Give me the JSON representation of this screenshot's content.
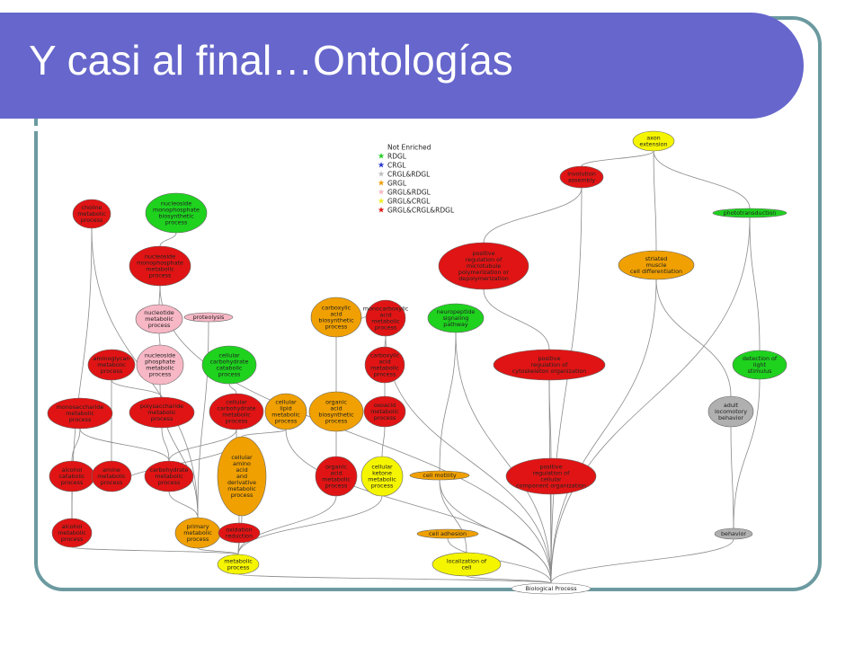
{
  "slide": {
    "title": "Y casi al final…Ontologías"
  },
  "legend": {
    "items": [
      {
        "label": "Not Enriched",
        "color": "#ffffff"
      },
      {
        "label": "RDGL",
        "color": "#22cc22"
      },
      {
        "label": "CRGL",
        "color": "#2233cc"
      },
      {
        "label": "CRGL&RDGL",
        "color": "#bbbbbb"
      },
      {
        "label": "GRGL",
        "color": "#ee9900"
      },
      {
        "label": "GRGL&RDGL",
        "color": "#f7b7c5"
      },
      {
        "label": "GRGL&CRGL",
        "color": "#eeee22"
      },
      {
        "label": "GRGL&CRGL&RDGL",
        "color": "#dd1111"
      }
    ]
  },
  "colors": {
    "red": "#e01414",
    "green": "#1ed21e",
    "orange": "#f0a000",
    "yellow": "#f5f500",
    "pink": "#f7b7c5",
    "gray": "#b0b0b0",
    "white": "#ffffff",
    "frame": "#6b9aa0",
    "title_bar": "#6666cc"
  },
  "nodes": [
    {
      "id": "choline",
      "lines": [
        "choline",
        "metabolic",
        "process"
      ],
      "color": "red"
    },
    {
      "id": "nucmonobio",
      "lines": [
        "nucleoside",
        "monophosphate",
        "biosynthetic",
        "process"
      ],
      "color": "green"
    },
    {
      "id": "nucmonomet",
      "lines": [
        "nucleoside",
        "monophosphate",
        "metabolic",
        "process"
      ],
      "color": "red"
    },
    {
      "id": "nucleotide",
      "lines": [
        "nucleotide",
        "metabolic",
        "process"
      ],
      "color": "pink"
    },
    {
      "id": "proteolysis",
      "lines": [
        "proteolysis"
      ],
      "color": "pink"
    },
    {
      "id": "carbacid",
      "lines": [
        "carboxylic",
        "acid",
        "biosynthetic",
        "process"
      ],
      "color": "orange"
    },
    {
      "id": "monocarb",
      "lines": [
        "monocarboxylic",
        "acid",
        "metabolic",
        "process"
      ],
      "color": "red"
    },
    {
      "id": "neuropep",
      "lines": [
        "neuropeptide",
        "signaling",
        "pathway"
      ],
      "color": "green"
    },
    {
      "id": "axon",
      "lines": [
        "axon",
        "extension"
      ],
      "color": "yellow"
    },
    {
      "id": "involution",
      "lines": [
        "involution",
        "assembly"
      ],
      "color": "red"
    },
    {
      "id": "photo",
      "lines": [
        "phototransduction"
      ],
      "color": "green"
    },
    {
      "id": "posreg1",
      "lines": [
        "positive",
        "regulation of",
        "microtubule",
        "polymerization or",
        "depolymerization"
      ],
      "color": "red"
    },
    {
      "id": "striated",
      "lines": [
        "striated",
        "muscle",
        "cell differentiation"
      ],
      "color": "orange"
    },
    {
      "id": "aminogly",
      "lines": [
        "aminoglycan",
        "metabolic",
        "process"
      ],
      "color": "red"
    },
    {
      "id": "nucphos",
      "lines": [
        "nucleoside",
        "phosphate",
        "metabolic",
        "process"
      ],
      "color": "pink"
    },
    {
      "id": "cellcarbcat",
      "lines": [
        "cellular",
        "carbohydrate",
        "catabolic",
        "process"
      ],
      "color": "green"
    },
    {
      "id": "carbacidmet",
      "lines": [
        "carboxylic",
        "acid",
        "metabolic",
        "process"
      ],
      "color": "red"
    },
    {
      "id": "posreg2",
      "lines": [
        "positive",
        "regulation of",
        "cytoskeleton organization"
      ],
      "color": "red"
    },
    {
      "id": "detlight",
      "lines": [
        "detection of",
        "light",
        "stimulus"
      ],
      "color": "green"
    },
    {
      "id": "monosac",
      "lines": [
        "monosaccharide",
        "metabolic",
        "process"
      ],
      "color": "red"
    },
    {
      "id": "polysac",
      "lines": [
        "polysaccharide",
        "metabolic",
        "process"
      ],
      "color": "red"
    },
    {
      "id": "cellcarbmet",
      "lines": [
        "cellular",
        "carbohydrate",
        "metabolic",
        "process"
      ],
      "color": "red"
    },
    {
      "id": "celllipid",
      "lines": [
        "cellular",
        "lipid",
        "metabolic",
        "process"
      ],
      "color": "orange"
    },
    {
      "id": "orgacid",
      "lines": [
        "organic",
        "acid",
        "biosynthetic",
        "process"
      ],
      "color": "orange"
    },
    {
      "id": "oxoacid",
      "lines": [
        "oxoacid",
        "metabolic",
        "process"
      ],
      "color": "red"
    },
    {
      "id": "adultloco",
      "lines": [
        "adult",
        "locomotory",
        "behavior"
      ],
      "color": "gray"
    },
    {
      "id": "cellamino",
      "lines": [
        "cellular",
        "amino",
        "acid",
        "and",
        "derivative",
        "metabolic",
        "process"
      ],
      "color": "orange"
    },
    {
      "id": "alcoholcat",
      "lines": [
        "alcohol",
        "catabolic",
        "process"
      ],
      "color": "red"
    },
    {
      "id": "aminemet",
      "lines": [
        "amine",
        "metabolic",
        "process"
      ],
      "color": "red"
    },
    {
      "id": "carbmet",
      "lines": [
        "carbohydrate",
        "metabolic",
        "process"
      ],
      "color": "red"
    },
    {
      "id": "organicacid",
      "lines": [
        "organic",
        "acid",
        "metabolic",
        "process"
      ],
      "color": "red"
    },
    {
      "id": "cellketone",
      "lines": [
        "cellular",
        "ketone",
        "metabolic",
        "process"
      ],
      "color": "yellow"
    },
    {
      "id": "cellmot",
      "lines": [
        "cell motility"
      ],
      "color": "orange"
    },
    {
      "id": "posreg3",
      "lines": [
        "positive",
        "regulation of",
        "cellular",
        "component organization"
      ],
      "color": "red"
    },
    {
      "id": "alcoholmet",
      "lines": [
        "alcohol",
        "metabolic",
        "process"
      ],
      "color": "red"
    },
    {
      "id": "primary",
      "lines": [
        "primary",
        "metabolic",
        "process"
      ],
      "color": "orange"
    },
    {
      "id": "oxred",
      "lines": [
        "oxidation",
        "reduction"
      ],
      "color": "red"
    },
    {
      "id": "celladh",
      "lines": [
        "cell adhesion"
      ],
      "color": "orange"
    },
    {
      "id": "behavior",
      "lines": [
        "behavior"
      ],
      "color": "gray"
    },
    {
      "id": "metabolic",
      "lines": [
        "metabolic",
        "process"
      ],
      "color": "yellow"
    },
    {
      "id": "localcell",
      "lines": [
        "localization of",
        "cell"
      ],
      "color": "yellow"
    },
    {
      "id": "bioproc",
      "lines": [
        "Biological Process"
      ],
      "color": "white"
    }
  ]
}
